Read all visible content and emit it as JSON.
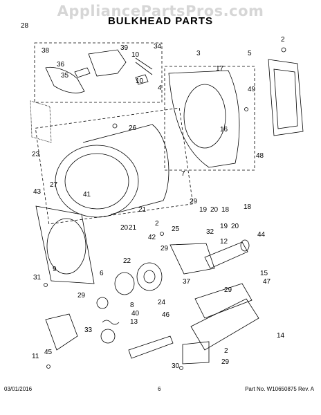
{
  "watermark": "AppliancePartsPros.com",
  "title": "BULKHEAD PARTS",
  "footer": {
    "date": "03/01/2016",
    "page": "6",
    "part_no": "Part No.  W10650875  Rev.  A"
  },
  "callouts": [
    "38",
    "39",
    "34",
    "10",
    "3",
    "36",
    "10",
    "35",
    "4",
    "2",
    "5",
    "17",
    "49",
    "23",
    "26",
    "16",
    "48",
    "7",
    "27",
    "41",
    "43",
    "29",
    "19",
    "20",
    "18",
    "2",
    "21",
    "20",
    "19",
    "20",
    "18",
    "21",
    "25",
    "32",
    "42",
    "44",
    "12",
    "29",
    "22",
    "9",
    "31",
    "6",
    "24",
    "37",
    "29",
    "8",
    "40",
    "15",
    "29",
    "47",
    "46",
    "33",
    "13",
    "14",
    "11",
    "45",
    "2",
    "30",
    "29",
    "28"
  ]
}
